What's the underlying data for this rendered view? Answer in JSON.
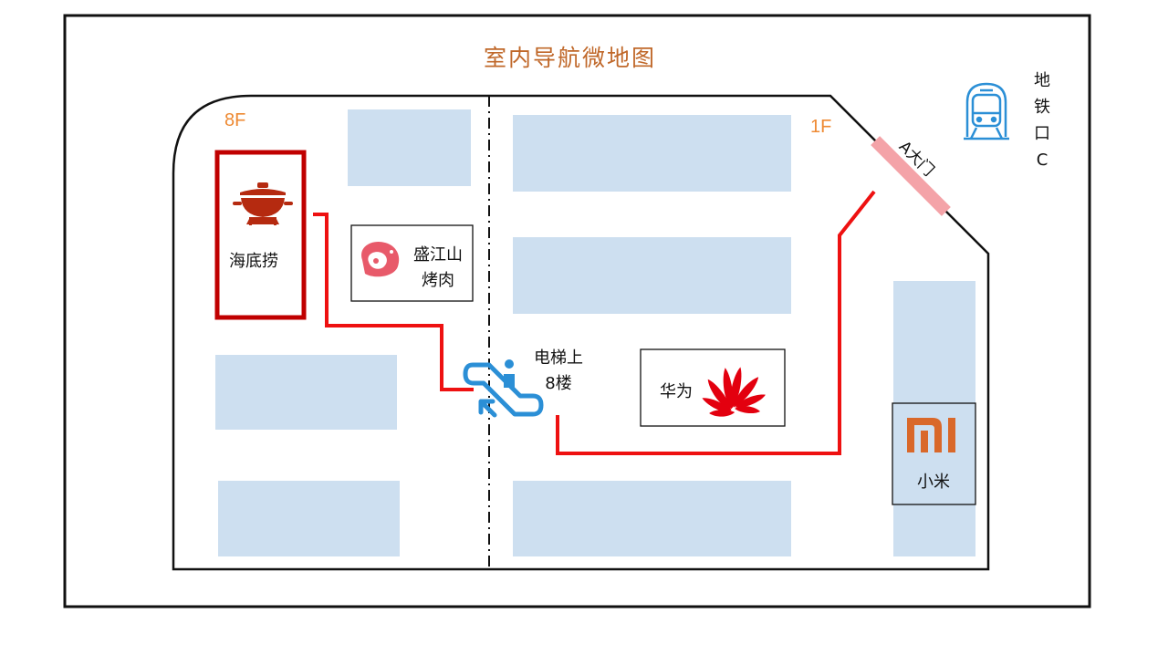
{
  "title": "室内导航微地图",
  "floors": {
    "left": "8F",
    "right": "1F"
  },
  "stores": {
    "haidilao": {
      "name": "海底捞",
      "icon": "hotpot-icon"
    },
    "shengjiangshan": {
      "name_line1": "盛江山",
      "name_line2": "烤肉",
      "icon": "meat-icon"
    },
    "huawei": {
      "name": "华为",
      "icon": "huawei-logo"
    },
    "xiaomi": {
      "name": "小米",
      "icon": "xiaomi-logo"
    }
  },
  "escalator": {
    "line1": "电梯上",
    "line2": "8楼",
    "icon": "escalator-icon"
  },
  "gate": {
    "label": "A大门"
  },
  "metro": {
    "chars": [
      "地",
      "铁",
      "口",
      "C"
    ],
    "icon": "metro-icon"
  },
  "colors": {
    "route": "#ee1111",
    "highlight_border": "#c00000",
    "block_fill": "#cddff0",
    "title": "#c0682a",
    "floor_label": "#ee8a33",
    "gate": "#f4a3a8",
    "metro": "#2b8fd6",
    "huawei": "#e3000f",
    "xiaomi": "#d9682a",
    "meat": "#e85a6a",
    "hotpot": "#b52a10"
  }
}
